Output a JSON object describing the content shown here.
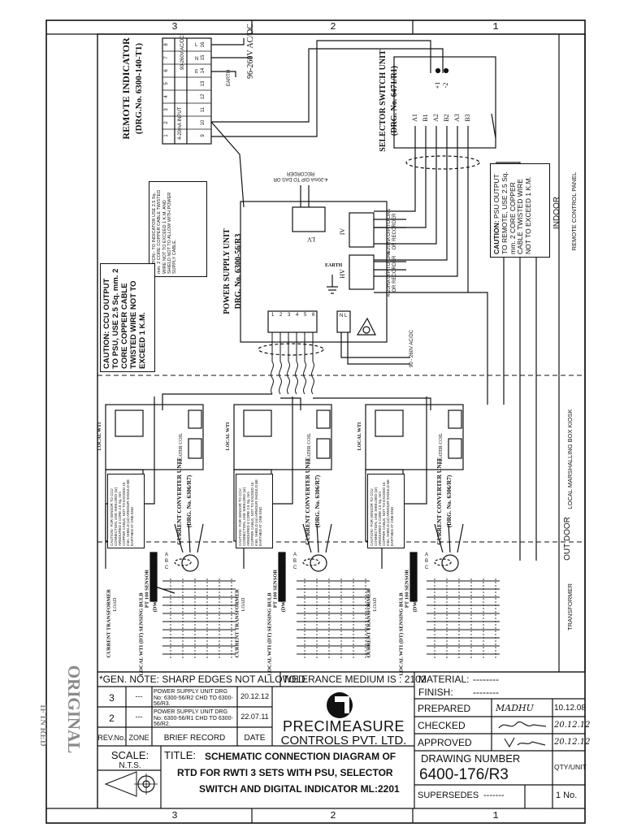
{
  "border": {
    "top_zones": [
      "3",
      "2",
      "1"
    ],
    "bottom_zones": [
      "3",
      "2",
      "1"
    ]
  },
  "stamp": {
    "line1": "ORIGINAL",
    "line2": "IF IN RED"
  },
  "remote_indicator": {
    "title": "REMOTE INDICATOR",
    "drg": "(DRG.No. 6300-140-T1)",
    "terminals_top": [
      "8",
      "7",
      "6",
      "5",
      "4",
      "3",
      "2",
      "1"
    ],
    "terminals_bottom": [
      "16",
      "15",
      "14",
      "13",
      "12",
      "11",
      "10",
      "9"
    ],
    "supply_label": "90-260V AC/DC",
    "input_label": "4-20mA INPUT",
    "power_label": "96-260V AC/DC",
    "earth_label": "EARTH",
    "l_label": "L",
    "n_label": "N",
    "e_label": "E"
  },
  "selector_switch": {
    "title": "SELECTOR SWITCH UNIT",
    "drg": "(DRG. No. 6471/R1)",
    "terminals": [
      "A1",
      "B1",
      "A2",
      "B2",
      "A3",
      "B3"
    ],
    "plus": "+1",
    "minus": "-2"
  },
  "psu": {
    "title": "POWER SUPPLY UNIT",
    "drg": "DRG. No. 6300-56/R3",
    "lv": "LV",
    "iv": "IV",
    "hv": "HV",
    "earth": "EARTH",
    "terminals": [
      "1",
      "2",
      "3",
      "4",
      "5",
      "6"
    ],
    "op_top": "4-20mA O/P TO DAS OR RECORDER",
    "op_iv": "4-20mA O/P TO DAS OR RECORDER",
    "op_hv": "4-20mA O/P TO DAS OR RECORDER",
    "supply": "90 - 260V AC/DC",
    "supply_terminals": [
      "N",
      "L"
    ]
  },
  "cautions": {
    "indicator": "CAUTION:- TO INDICATOR USE 2.5 Sq. mm. 2 CORE COPPER CABLE TWISTED WIRE NOT TO EXCEED 1 K.M. AND SHIELD NOT TO ALLOW WITH POWER SUPPLY CABLE.",
    "ccu": "CAUTION: CCU OUTPUT TO PSU, USE 2.5 Sq. mm. 2 CORE COPPER CABLE TWISTED WIRE NOT TO EXCEED 1 K.M.",
    "psu_label": "CAUTION:",
    "psu": "PSU OUTPUT TO REMOTE, USE 2.5 Sq. mm. 2 CORE COPPER CABLE TWISTED WIRE NOT TO EXCEED 1 K.M.",
    "sensor": "CAUTION:- FOR SENSOR TO CCU CONNECTION, USE SHIELDED (or) ARMOURED 3 CORE 2.5 Sq. mm COPPER CABLE, NOT TO EXCEED 15 mtrs. SHIELD (or) ARMOUR SHOULD BE EARTHED AT ONE END"
  },
  "channels": [
    {
      "local_wti": "LOCAL WTI",
      "ccu_title": "CURRENT CONVERTER UNIT",
      "ccu_drg": "(DRG. No. 6306/R7)",
      "heater": "HEATER COIL",
      "pt100": "PT 100 SENSOR",
      "pt100_drg": "(DWG. No. 6102/R5)",
      "ct": "CURRENT TRANSFORMER",
      "sensing": "LOCAL WTI (DT) SENSING BULB",
      "load": "LOAD",
      "abc": [
        "A",
        "B",
        "C"
      ]
    },
    {
      "local_wti": "LOCAL WTI",
      "ccu_title": "CURRENT CONVERTER UNIT",
      "ccu_drg": "(DRG. No. 6306/R7)",
      "heater": "HEATER COIL",
      "pt100": "PT 100 SENSOR",
      "pt100_drg": "(DWG. No. 6102/R5)",
      "ct": "CURRENT TRANSFORMER",
      "sensing": "LOCAL WTI (DT) SENSING BULB",
      "load": "LOAD",
      "abc": [
        "A",
        "B",
        "C"
      ]
    },
    {
      "local_wti": "LOCAL WTI",
      "ccu_title": "CURRENT CONVERTER UNIT",
      "ccu_drg": "(DRG. No. 6306/R7)",
      "heater": "HEATER COIL",
      "pt100": "PT 100 SENSOR",
      "pt100_drg": "(DWG. No. 6102/R5)",
      "ct": "CURRENT TRANSFORMER",
      "sensing": "LOCAL WTI (DT) SENSING BULB",
      "load": "LOAD",
      "abc": [
        "A",
        "B",
        "C"
      ]
    }
  ],
  "zones": {
    "indoor": "INDOOR",
    "remote_panel": "REMOTE CONTROL PANEL",
    "out_door": "OUT DOOR",
    "marshalling": "LOCAL MARSHALLING BOX KIOSK",
    "transformer": "TRANSFORMER"
  },
  "title_block": {
    "gen_note": "*GEN. NOTE: SHARP EDGES NOT ALLOWED.",
    "tolerance": "TOLERANCE MEDIUM IS : 2102",
    "revisions": [
      {
        "rev": "3",
        "zone": "---",
        "record": "POWER SUPPLY UNIT DRG No: 6300-56/R2 CHD TO 6300-56/R3.",
        "date": "20.12.12"
      },
      {
        "rev": "2",
        "zone": "---",
        "record": "POWER SUPPLY UNIT DRG No: 6300-56/R1 CHD TO 6300-56/R2.",
        "date": "22.07.11"
      }
    ],
    "rev_header": {
      "rev": "REV.No.",
      "zone": "ZONE",
      "record": "BRIEF RECORD",
      "date": "DATE"
    },
    "company1": "PRECIMEASURE",
    "company2": "CONTROLS PVT. LTD.",
    "material_label": "MATERIAL:",
    "material_value": "--------",
    "finish_label": "FINISH:",
    "finish_value": "--------",
    "prepared_label": "PREPARED",
    "prepared_sign": "MADHU",
    "prepared_date": "10.12.08",
    "checked_label": "CHECKED",
    "checked_date": "20.12.12",
    "approved_label": "APPROVED",
    "approved_date": "20.12.12",
    "scale_label": "SCALE:",
    "scale_value": "N.T.S.",
    "title_label": "TITLE:",
    "title_line1": "SCHEMATIC CONNECTION DIAGRAM OF",
    "title_line2": "RTD FOR RWTI 3 SETS WITH PSU, SELECTOR",
    "title_line3": "SWITCH AND DIGITAL INDICATOR ML:2201",
    "drawing_number_label": "DRAWING NUMBER",
    "drawing_number": "6400-176/R3",
    "qty_label": "QTY/UNIT",
    "qty_value": "1 No.",
    "supersedes_label": "SUPERSEDES",
    "supersedes_value": "-------"
  },
  "colors": {
    "ink": "#111111",
    "stamp": "#8a8a8a",
    "paper": "#ffffff"
  }
}
